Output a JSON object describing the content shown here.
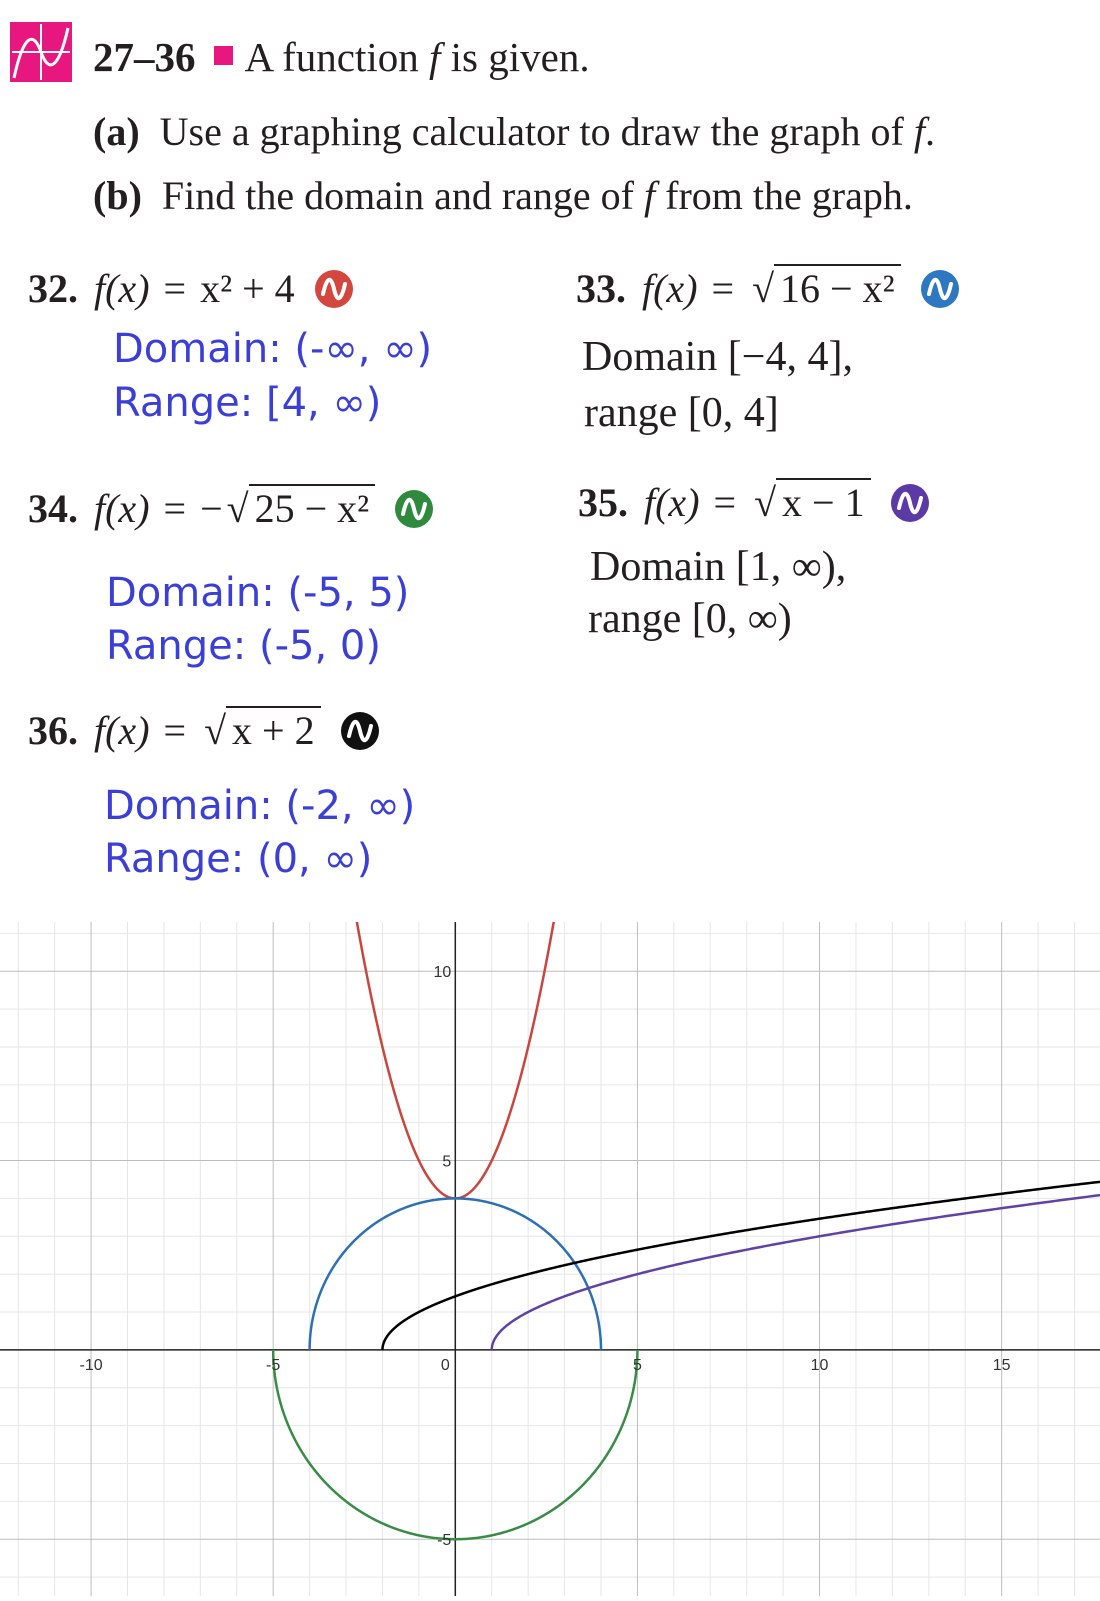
{
  "header": {
    "range_label": "27–36",
    "instruction_pre": "A function ",
    "instruction_var": "f",
    "instruction_post": " is given."
  },
  "parts": [
    {
      "label": "(a)",
      "text_pre": "Use a graphing calculator to draw the graph of ",
      "text_var": "f",
      "text_post": "."
    },
    {
      "label": "(b)",
      "text_pre": "Find the domain and range of ",
      "text_var": "f",
      "text_post": " from the graph."
    }
  ],
  "problems": {
    "p32": {
      "number": "32.",
      "lhs": "f(x)",
      "eq": "=",
      "rhs": "x² + 4",
      "icon_color": "#d4473f",
      "answer_domain": "Domain: (-∞, ∞)",
      "answer_range": "Range: [4, ∞)"
    },
    "p33": {
      "number": "33.",
      "lhs": "f(x)",
      "eq": "=",
      "sqrt_body": "16 − x²",
      "icon_color": "#2e78c2",
      "answer_domain": "Domain [−4, 4],",
      "answer_range": "range [0, 4]"
    },
    "p34": {
      "number": "34.",
      "lhs": "f(x)",
      "eq": "=",
      "sign": "−",
      "sqrt_body": "25 − x²",
      "icon_color": "#2f8a3e",
      "answer_domain": "Domain: (-5, 5)",
      "answer_range": "Range: (-5, 0)"
    },
    "p35": {
      "number": "35.",
      "lhs": "f(x)",
      "eq": "=",
      "sqrt_body": "x − 1",
      "icon_color": "#5b3aa6",
      "answer_domain": "Domain [1, ∞),",
      "answer_range": "range [0, ∞)"
    },
    "p36": {
      "number": "36.",
      "lhs": "f(x)",
      "eq": "=",
      "sqrt_body": "x + 2",
      "icon_color": "#111111",
      "answer_domain": "Domain: (-2, ∞)",
      "answer_range": "Range: (0, ∞)"
    }
  },
  "colors": {
    "header_square": "#e8177f",
    "answer_text": "#3b3fd6"
  },
  "chart_data": {
    "type": "line",
    "title": "",
    "xlabel": "",
    "ylabel": "",
    "xlim": [
      -12.5,
      17.7
    ],
    "ylim": [
      -6.5,
      11.3
    ],
    "x_ticks": [
      -10,
      -5,
      0,
      5,
      10,
      15
    ],
    "y_ticks": [
      10,
      5,
      -5
    ],
    "tick_labels_x": [
      "-10",
      "-5",
      "0",
      "5",
      "10",
      "15"
    ],
    "tick_labels_y": [
      "10",
      "5",
      "-5"
    ],
    "grid": true,
    "series": [
      {
        "name": "",
        "expr": "x^2+4",
        "color": "#c9463f",
        "domain": [
          -3,
          3
        ]
      },
      {
        "name": "",
        "expr": "sqrt(16-x^2)",
        "color": "#2d70b3",
        "domain": [
          -4,
          4
        ]
      },
      {
        "name": "",
        "expr": "-sqrt(25-x^2)",
        "color": "#388c46",
        "domain": [
          -5,
          5
        ]
      },
      {
        "name": "",
        "expr": "sqrt(x-1)",
        "color": "#6042a6",
        "domain": [
          1,
          17.7
        ]
      },
      {
        "name": "",
        "expr": "sqrt(x+2)",
        "color": "#000000",
        "domain": [
          -2,
          17.7
        ]
      }
    ]
  }
}
